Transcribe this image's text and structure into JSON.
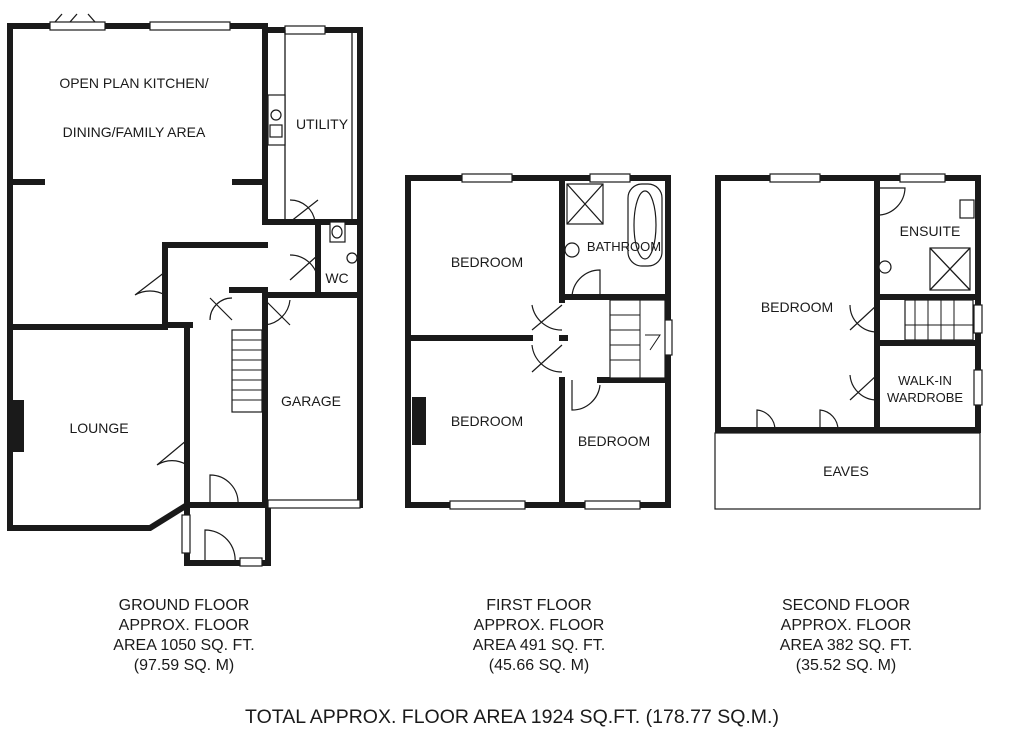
{
  "rooms": {
    "kitchen_line1": "OPEN PLAN KITCHEN/",
    "kitchen_line2": "DINING/FAMILY AREA",
    "utility": "UTILITY",
    "wc": "WC",
    "lounge": "LOUNGE",
    "garage": "GARAGE",
    "first_bedroom_a": "BEDROOM",
    "first_bathroom": "BATHROOM",
    "first_bedroom_b": "BEDROOM",
    "first_bedroom_c": "BEDROOM",
    "second_bedroom": "BEDROOM",
    "ensuite": "ENSUITE",
    "walkin_line1": "WALK-IN",
    "walkin_line2": "WARDROBE",
    "eaves": "EAVES"
  },
  "captions": {
    "ground": [
      "GROUND FLOOR",
      "APPROX. FLOOR",
      "AREA 1050 SQ. FT.",
      "(97.59 SQ. M)"
    ],
    "first": [
      "FIRST FLOOR",
      "APPROX. FLOOR",
      "AREA 491 SQ. FT.",
      "(45.66 SQ. M)"
    ],
    "second": [
      "SECOND FLOOR",
      "APPROX. FLOOR",
      "AREA 382 SQ. FT.",
      "(35.52 SQ. M)"
    ]
  },
  "total": "TOTAL APPROX. FLOOR AREA 1924 SQ.FT. (178.77 SQ.M.)",
  "colors": {
    "line": "#1a1a1a",
    "background": "#ffffff"
  }
}
